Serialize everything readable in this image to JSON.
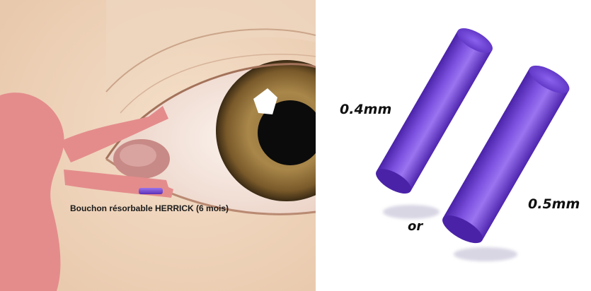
{
  "illustration": {
    "caption": "Bouchon résorbable HERRICK (6 mois)"
  },
  "plugs": {
    "small_size": "0.4mm",
    "large_size": "0.5mm",
    "separator": "or",
    "color": "#6a3fd0"
  }
}
